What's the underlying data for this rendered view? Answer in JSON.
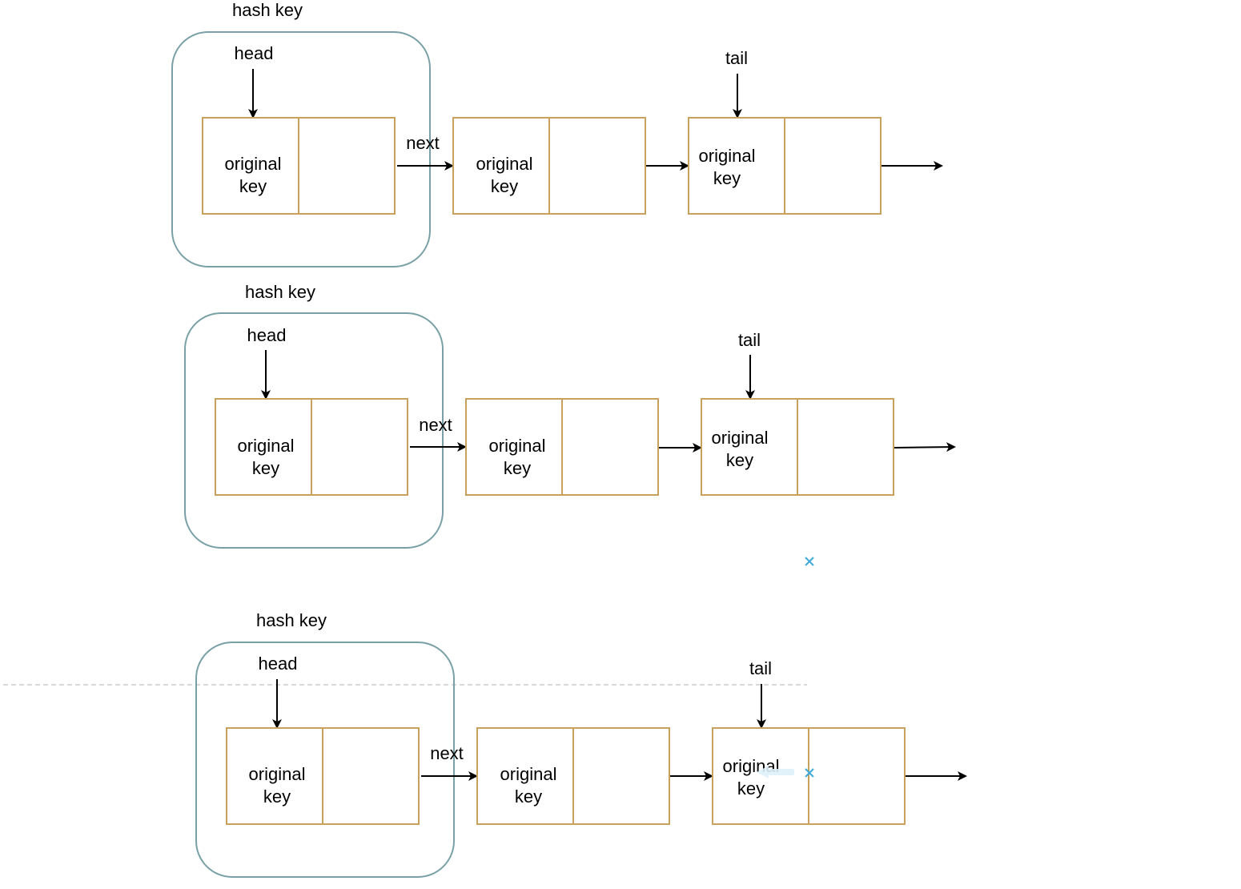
{
  "colors": {
    "container_stroke": "#79a0a6",
    "node_stroke": "#c9a05c",
    "arrow": "#000000",
    "guide": "#c0c0c0",
    "marker": "#3eaad8",
    "marker_fill": "#dff1fa"
  },
  "icons": {
    "connection_marker": "x-marker-icon",
    "drag_handle": "drag-arrow-icon"
  },
  "groups": [
    {
      "container_label": "hash key",
      "head_label": "head",
      "tail_label": "tail",
      "next_label": "next",
      "nodes": [
        {
          "key_line1": "original",
          "key_line2": "key"
        },
        {
          "key_line1": "original",
          "key_line2": "key"
        },
        {
          "key_line1": "original",
          "key_line2": "key"
        }
      ]
    },
    {
      "container_label": "hash key",
      "head_label": "head",
      "tail_label": "tail",
      "next_label": "next",
      "nodes": [
        {
          "key_line1": "original",
          "key_line2": "key"
        },
        {
          "key_line1": "original",
          "key_line2": "key"
        },
        {
          "key_line1": "original",
          "key_line2": "key"
        }
      ]
    },
    {
      "container_label": "hash key",
      "head_label": "head",
      "tail_label": "tail",
      "next_label": "next",
      "nodes": [
        {
          "key_line1": "original",
          "key_line2": "key"
        },
        {
          "key_line1": "original",
          "key_line2": "key"
        },
        {
          "key_line1": "original",
          "key_line2": "key"
        }
      ]
    }
  ]
}
